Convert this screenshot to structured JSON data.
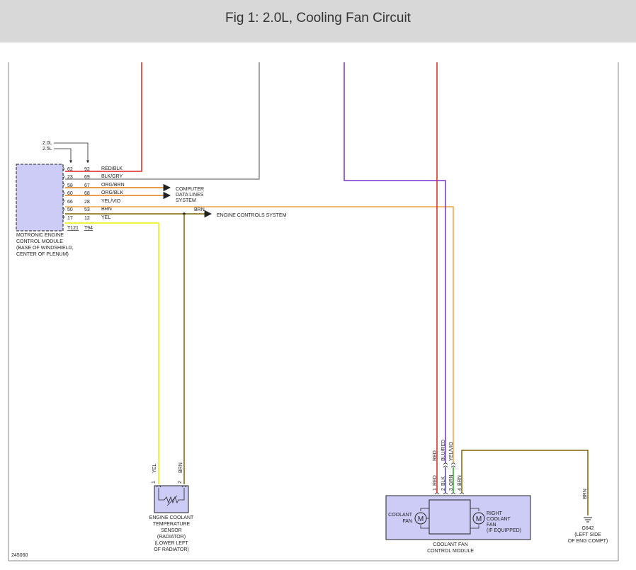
{
  "header": {
    "title": "Fig 1: 2.0L, Cooling Fan Circuit"
  },
  "figure_id": "245060",
  "colors": {
    "red": "#e02020",
    "gray": "#8a8a8a",
    "orange": "#e07a10",
    "light_orange": "#f4a040",
    "brown": "#7a6500",
    "yellow": "#f0ee00",
    "violet": "#7733cc",
    "green": "#22aa22",
    "module_fill": "#ccccf6",
    "black": "#222222"
  },
  "ecm": {
    "engine_labels": [
      "2.0L",
      "2.5L"
    ],
    "name_lines": [
      "MOTRONIC ENGINE",
      "CONTROL MODULE",
      "(BASE OF WINDSHIELD,",
      "CENTER OF PLENUM)"
    ],
    "connector_a": "T121",
    "connector_b": "T94",
    "pins": [
      {
        "a": "62",
        "b": "92",
        "color": "RED/BLK"
      },
      {
        "a": "23",
        "b": "69",
        "color": "BLK/GRY"
      },
      {
        "a": "58",
        "b": "67",
        "color": "ORG/BRN"
      },
      {
        "a": "60",
        "b": "68",
        "color": "ORG/BLK"
      },
      {
        "a": "66",
        "b": "28",
        "color": "YEL/VIO"
      },
      {
        "a": "50",
        "b": "53",
        "color": "BRN"
      },
      {
        "a": "17",
        "b": "12",
        "color": "YEL"
      }
    ]
  },
  "computer_data": [
    "COMPUTER",
    "DATA LINES",
    "SYSTEM"
  ],
  "engine_controls": {
    "wire": "BRN",
    "label": "ENGINE CONTROLS SYSTEM"
  },
  "ect_sensor": {
    "pin1": "1",
    "wire1": "YEL",
    "pin2": "2",
    "wire2": "BRN",
    "name_lines": [
      "ENGINE COOLANT",
      "TEMPERATURE",
      "SENSOR",
      "(RADIATOR)",
      "(LOWER LEFT",
      "OF RADIATOR)"
    ]
  },
  "fan_module": {
    "wires_in": [
      "RED",
      "BLU/RED",
      "YEL/VIO"
    ],
    "pins": [
      {
        "pin": "1",
        "color": "RED"
      },
      {
        "pin": "2",
        "color": "BLK"
      },
      {
        "pin": "3",
        "color": "GRN"
      },
      {
        "pin": "4",
        "color": "BRN"
      }
    ],
    "motor": "M",
    "left_fan": [
      "COOLANT",
      "FAN"
    ],
    "right_fan": [
      "RIGHT",
      "COOLANT",
      "FAN",
      "(IF EQUIPPED)"
    ],
    "name_lines": [
      "COOLANT FAN",
      "CONTROL MODULE"
    ]
  },
  "ground": {
    "wire": "BRN",
    "name_lines": [
      "G642",
      "(LEFT SIDE",
      "OF ENG COMPT)"
    ]
  }
}
